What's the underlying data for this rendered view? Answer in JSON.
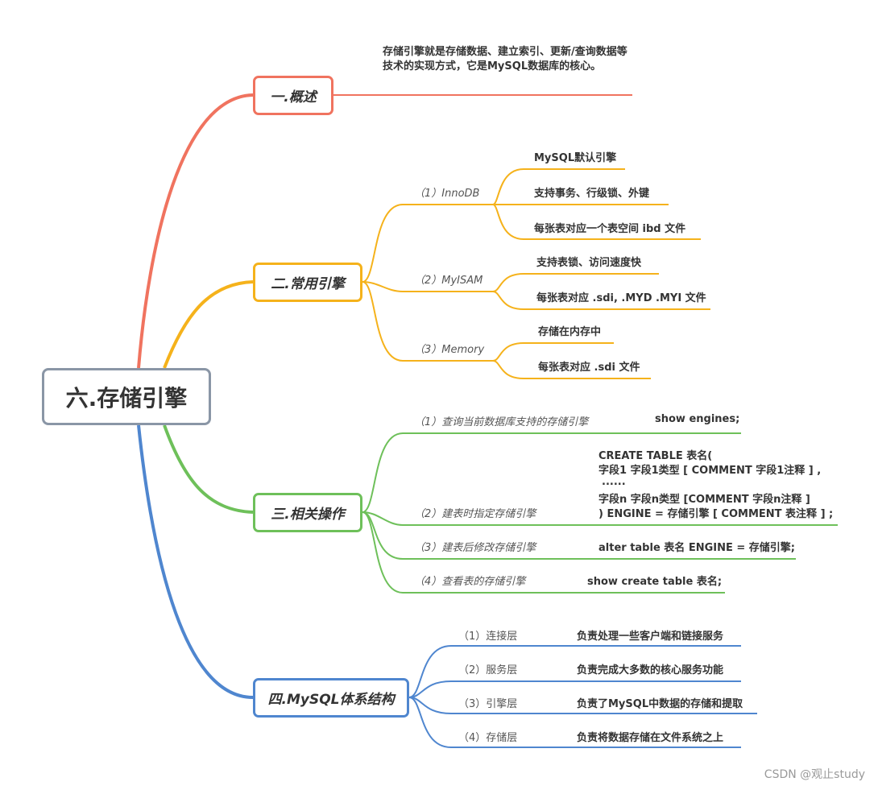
{
  "root": {
    "title": "六.存储引擎"
  },
  "branches": {
    "overview": {
      "title": "一.概述",
      "color": "#f0735f",
      "text": "存储引擎就是存储数据、建立索引、更新/查询数据等技术的实现方式，它是MySQL数据库的核心。"
    },
    "engines": {
      "title": "二.常用引擎",
      "color": "#f5b21b",
      "items": [
        {
          "label": "（1）InnoDB",
          "points": [
            "MySQL默认引擎",
            "支持事务、行级锁、外键",
            "每张表对应一个表空间 ibd 文件"
          ]
        },
        {
          "label": "（2）MyISAM",
          "points": [
            "支持表锁、访问速度快",
            "每张表对应 .sdi, .MYD .MYI 文件"
          ]
        },
        {
          "label": "（3）Memory",
          "points": [
            "存储在内存中",
            "每张表对应 .sdi 文件"
          ]
        }
      ]
    },
    "operations": {
      "title": "三.相关操作",
      "color": "#6ec05a",
      "items": [
        {
          "label": "（1）查询当前数据库支持的存储引擎",
          "value": "show engines;"
        },
        {
          "label": "（2）建表时指定存储引擎",
          "value_lines": [
            "CREATE TABLE  表名(",
            "字段1  字段1类型  [ COMMENT  字段1注释 ] ,",
            "......",
            "字段n  字段n类型  [COMMENT  字段n注释 ]",
            ") ENGINE = 存储引擎 [ COMMENT  表注释 ] ;"
          ]
        },
        {
          "label": "（3）建表后修改存储引擎",
          "value": "alter table 表名 ENGINE = 存储引擎;"
        },
        {
          "label": "（4）查看表的存储引擎",
          "value": "show create table 表名;"
        }
      ]
    },
    "architecture": {
      "title": "四.MySQL体系结构",
      "color": "#4f86cf",
      "items": [
        {
          "label": "（1）连接层",
          "value": "负责处理一些客户端和链接服务"
        },
        {
          "label": "（2）服务层",
          "value": "负责完成大多数的核心服务功能"
        },
        {
          "label": "（3）引擎层",
          "value": "负责了MySQL中数据的存储和提取"
        },
        {
          "label": "（4）存储层",
          "value": "负责将数据存储在文件系统之上"
        }
      ]
    }
  },
  "watermark": "CSDN @观止study"
}
